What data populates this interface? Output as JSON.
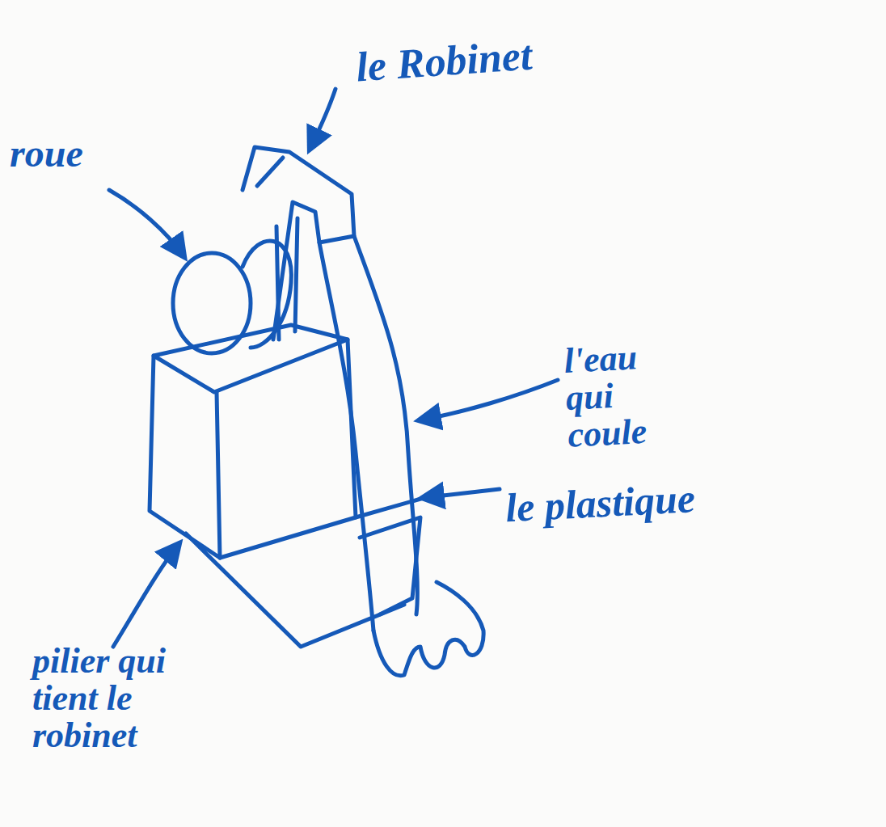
{
  "diagram": {
    "labels": [
      "le Robinet",
      "roue",
      "l'eau qui coule",
      "le plastique",
      "pilier qui tient le robinet"
    ]
  }
}
